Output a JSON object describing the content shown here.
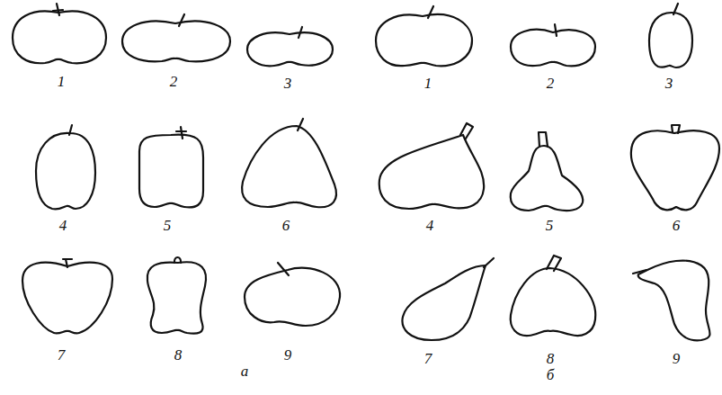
{
  "diagram": {
    "labels": [
      "1",
      "2",
      "3",
      "4",
      "5",
      "6",
      "7",
      "8",
      "9",
      "а",
      "1",
      "2",
      "3",
      "4",
      "5",
      "6",
      "7",
      "8",
      "9",
      "б"
    ]
  }
}
